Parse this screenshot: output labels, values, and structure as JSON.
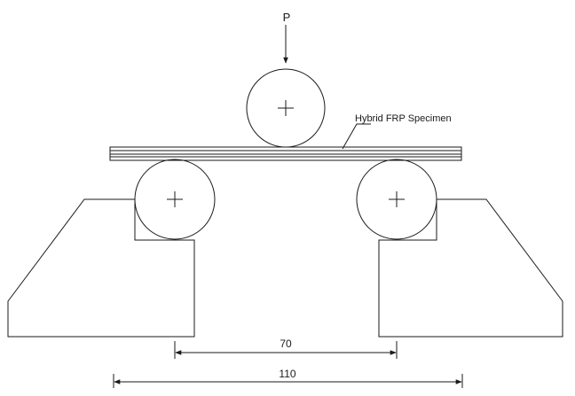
{
  "diagram": {
    "load_label": "P",
    "specimen_label": "Hybrid FRP Specimen",
    "span_label": "70",
    "length_label": "110"
  }
}
